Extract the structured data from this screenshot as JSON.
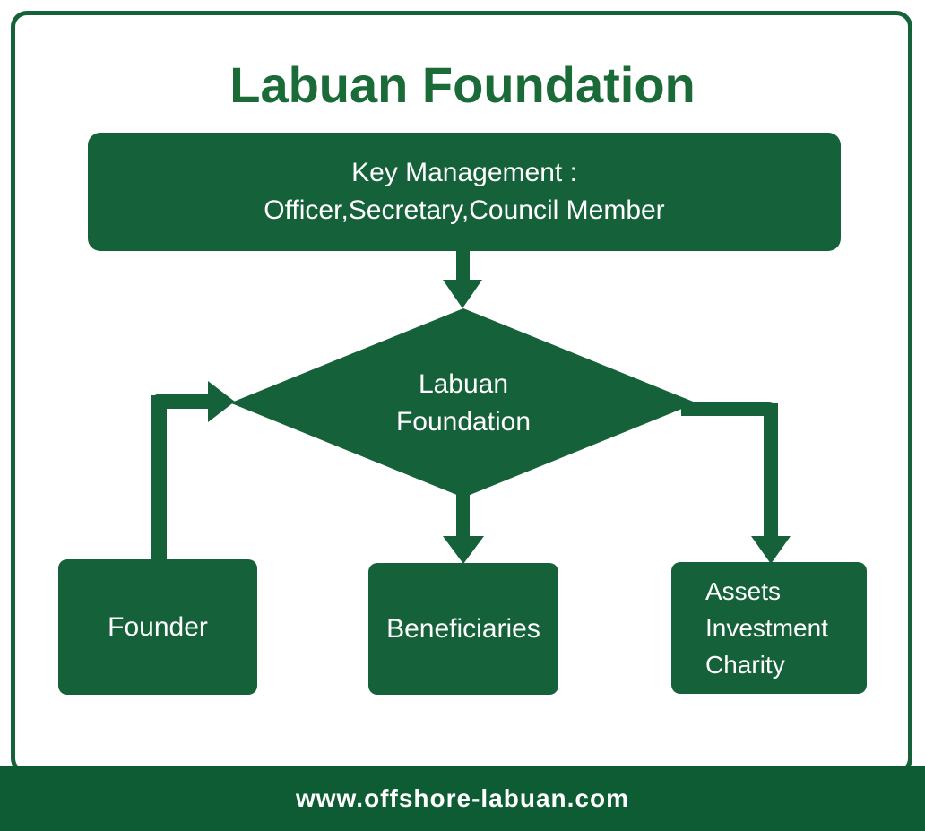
{
  "theme": {
    "green": "#156139",
    "bar_green": "#0d5c33",
    "title_green": "#1a6b38",
    "text_white": "#ffffff",
    "bg": "#ffffff"
  },
  "title": "Labuan Foundation",
  "key_management_box": {
    "line1": "Key Management :",
    "line2": "Officer,Secretary,Council Member"
  },
  "diamond": {
    "line1": "Labuan",
    "line2": "Foundation"
  },
  "nodes": {
    "founder": {
      "label": "Founder"
    },
    "beneficiaries": {
      "label": "Beneficiaries"
    },
    "assets": {
      "line1": "Assets",
      "line2": "Investment",
      "line3": "Charity"
    }
  },
  "footer": {
    "website": "www.offshore-labuan.com"
  }
}
